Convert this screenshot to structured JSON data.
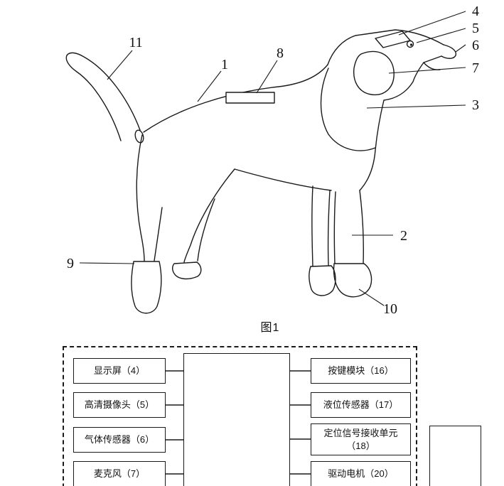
{
  "figure": {
    "caption": "图1",
    "callouts": {
      "c1": "1",
      "c2": "2",
      "c3": "3",
      "c4": "4",
      "c5": "5",
      "c6": "6",
      "c7": "7",
      "c8": "8",
      "c9": "9",
      "c10": "10",
      "c11": "11"
    }
  },
  "block_diagram": {
    "left_modules": [
      "显示屏（4）",
      "高清摄像头（5）",
      "气体传感器（6）",
      "麦克风（7）"
    ],
    "right_modules": [
      "按键模块（16）",
      "液位传感器（17）",
      "定位信号接收单元（18）",
      "驱动电机（20）"
    ]
  },
  "colors": {
    "ink": "#1a1a1a",
    "background": "#ffffff"
  }
}
